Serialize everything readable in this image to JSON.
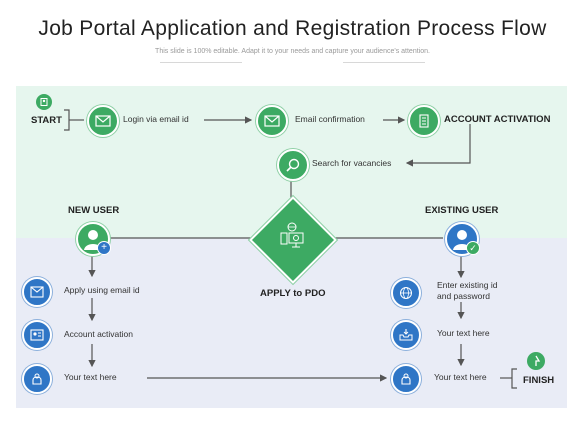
{
  "header": {
    "title": "Job Portal Application and Registration Process Flow",
    "subtitle": "This slide is 100% editable. Adapt it to your needs and capture your audience's attention."
  },
  "flow": {
    "start": "START",
    "login": "Login via email id",
    "email_confirm": "Email confirmation",
    "account_activation_top": "ACCOUNT ACTIVATION",
    "search": "Search for vacancies",
    "new_user": "NEW USER",
    "existing_user": "EXISTING USER",
    "apply_pdo": "APPLY to PDO",
    "apply_email": "Apply  using email id",
    "account_activation": "Account activation",
    "your_text_left": "Your text here",
    "enter_existing_1": "Enter existing id",
    "enter_existing_2": "and password",
    "your_text_right_1": "Your text here",
    "your_text_right_2": "Your text here",
    "finish": "FINISH"
  },
  "colors": {
    "green": "#3daa63",
    "blue": "#2f76c6",
    "top_panel": "#e6f6ee",
    "bottom_panel": "#e9ecf6"
  },
  "icons": [
    "user-icon",
    "envelope-icon",
    "building-icon",
    "search-icon",
    "computer-gears-icon",
    "user-add-icon",
    "user-check-icon",
    "globe-icon",
    "id-card-icon",
    "inbox-icon",
    "hand-icon",
    "pin-icon"
  ]
}
